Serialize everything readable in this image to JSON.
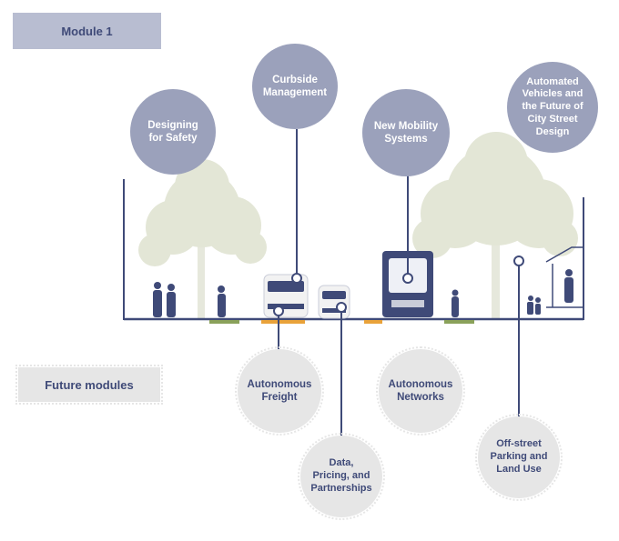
{
  "module_label": "Module 1",
  "future_label": "Future modules",
  "bubbles": [
    {
      "id": "safety",
      "label": "Designing\nfor Safety"
    },
    {
      "id": "curbside",
      "label": "Curbside\nManagement"
    },
    {
      "id": "mobility",
      "label": "New Mobility\nSystems"
    },
    {
      "id": "automated",
      "label": "Automated\nVehicles and\nthe Future of\nCity Street\nDesign"
    },
    {
      "id": "freight",
      "label": "Autonomous\nFreight"
    },
    {
      "id": "networks",
      "label": "Autonomous\nNetworks"
    },
    {
      "id": "data",
      "label": "Data,\nPricing, and\nPartnerships"
    },
    {
      "id": "parking",
      "label": "Off-street\nParking and\nLand Use"
    }
  ],
  "colors": {
    "navy": "#3f4a78",
    "module_fill": "#9ba1bb",
    "future_fill": "#e6e6e6",
    "tree": "#e3e6d6",
    "planter_green": "#8aa15a",
    "curb_orange": "#e9a23a"
  }
}
